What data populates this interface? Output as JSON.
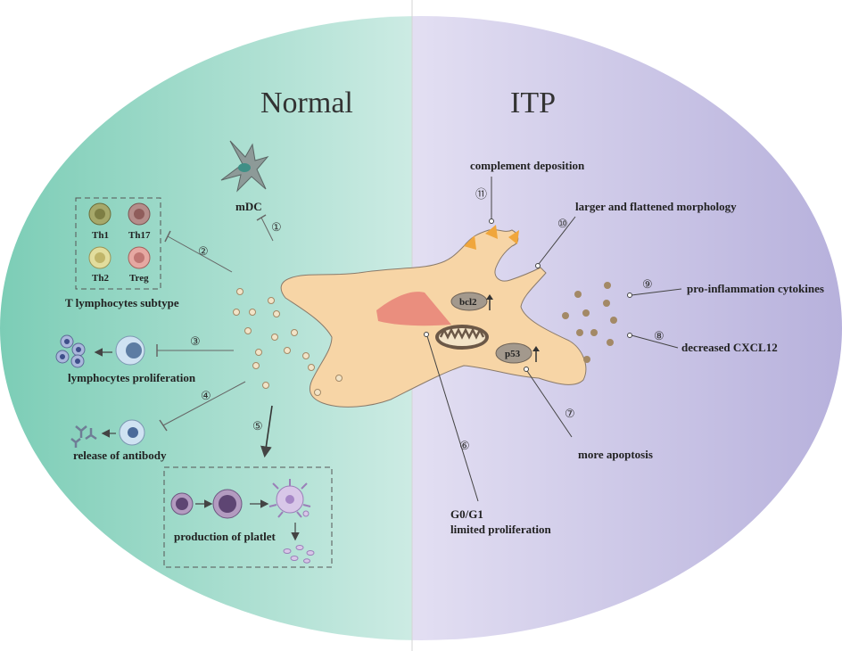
{
  "titles": {
    "normal": "Normal",
    "itp": "ITP"
  },
  "left": {
    "mdc": "mDC",
    "t_cells": [
      "Th1",
      "Th17",
      "Th2",
      "Treg"
    ],
    "t_subtype": "T lymphocytes subtype",
    "prolif": "lymphocytes proliferation",
    "antibody": "release of antibody",
    "platelet": "production of platlet"
  },
  "right": {
    "complement": "complement deposition",
    "morphology": "larger and flattened morphology",
    "cytokines": "pro-inflammation cytokines",
    "cxcl12": "decreased CXCL12",
    "apoptosis": "more apoptosis",
    "g0g1": "G0/G1",
    "limited": "limited proliferation",
    "bcl2": "bcl2",
    "p53": "p53"
  },
  "numbers": [
    "①",
    "②",
    "③",
    "④",
    "⑤",
    "⑥",
    "⑦",
    "⑧",
    "⑨",
    "⑩",
    "⑪"
  ],
  "colors": {
    "left_bg": "#7ccdb6",
    "right_bg": "#b7b1dc",
    "cell_body": "#f7d5a6",
    "nucleus": "#ea8e7e",
    "triangle": "#f0a63c",
    "dot_light": "#f2e4c8",
    "dot_dark": "#a38966"
  },
  "icons": [
    "dendritic-cell-icon",
    "t-cell-icon",
    "lymphocyte-icon",
    "antibody-icon",
    "megakaryocyte-icon",
    "platelet-icon",
    "mitochondria-icon",
    "arrow-up-icon",
    "inhibit-arrow-icon"
  ]
}
